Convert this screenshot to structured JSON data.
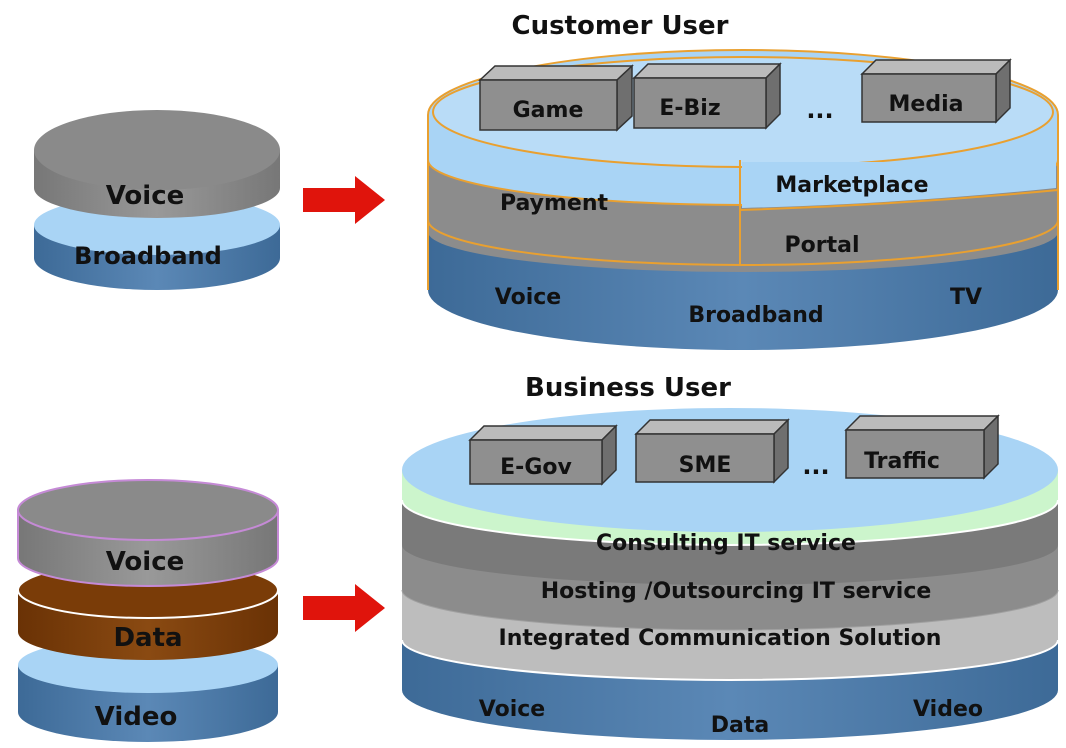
{
  "titles": {
    "customer": "Customer User",
    "business": "Business User"
  },
  "left_top": {
    "voice": "Voice",
    "broadband": "Broadband"
  },
  "left_bottom": {
    "voice": "Voice",
    "data": "Data",
    "video": "Video"
  },
  "customer": {
    "boxes": [
      "Game",
      "E-Biz",
      "Media"
    ],
    "ellipsis": "...",
    "payment": "Payment",
    "marketplace": "Marketplace",
    "portal": "Portal",
    "base": [
      "Voice",
      "Broadband",
      "TV"
    ]
  },
  "business": {
    "boxes": [
      "E-Gov",
      "SME",
      "Traffic"
    ],
    "ellipsis": "...",
    "layers": [
      "Consulting IT service",
      "Hosting /Outsourcing IT service",
      "Integrated Communication Solution"
    ],
    "base": [
      "Voice",
      "Data",
      "Video"
    ]
  },
  "colors": {
    "grey": "#8a8a8a",
    "light_blue": "#a9d4f5",
    "steel_blue": "#4f7caa",
    "brown": "#7a3c08",
    "mint": "#ccf5cc",
    "arrow_red": "#e0140c",
    "orange_line": "#e9a030"
  }
}
